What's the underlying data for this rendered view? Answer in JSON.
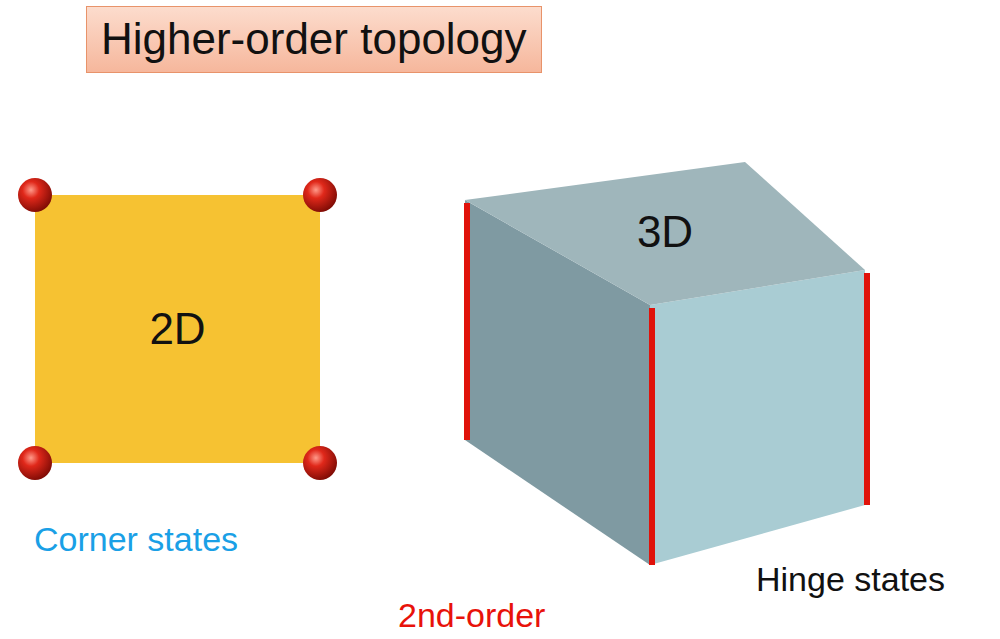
{
  "diagram": {
    "title": "Higher-order topology",
    "nodes": [
      {
        "text": [
          "2D"
        ]
      },
      {
        "text": [
          "3D"
        ]
      }
    ],
    "labels": [
      "Corner states",
      "Hinge states",
      "2nd-order"
    ]
  }
}
